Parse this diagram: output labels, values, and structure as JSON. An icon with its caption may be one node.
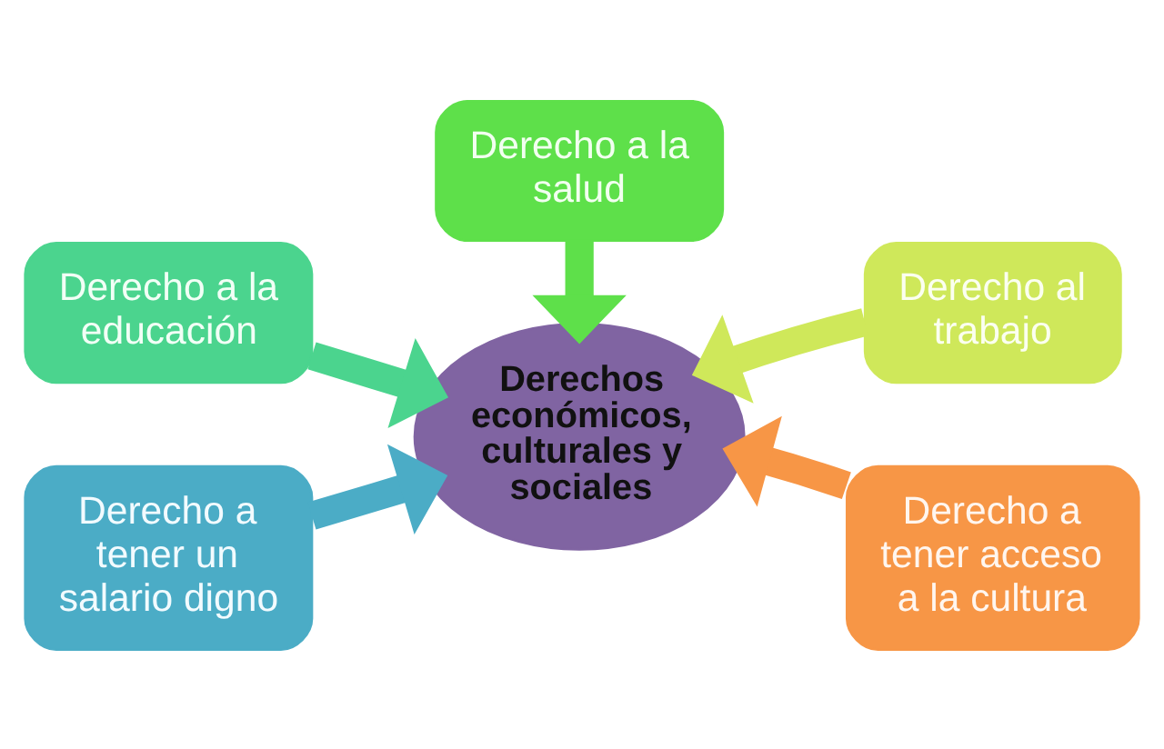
{
  "diagram": {
    "nodes": [
      {
        "text": [
          "Derecho a la salud"
        ]
      },
      {
        "text": [
          "Derecho a la educación"
        ]
      },
      {
        "text": [
          "Derecho al trabajo"
        ]
      },
      {
        "text": [
          "Derecho a tener un salario digno"
        ]
      },
      {
        "text": [
          "Derechos económicos, culturales y sociales"
        ]
      },
      {
        "text": [
          "Derecho a tener acceso a la cultura"
        ]
      }
    ],
    "edges": [
      {
        "from": 0,
        "to": 4,
        "arrow": "to",
        "color": "#5ee04a"
      },
      {
        "from": 1,
        "to": 4,
        "arrow": "to",
        "color": "#4bd48e"
      },
      {
        "from": 2,
        "to": 4,
        "arrow": "to",
        "color": "#cfe85a"
      },
      {
        "from": 3,
        "to": 4,
        "arrow": "to",
        "color": "#4bacc6"
      },
      {
        "from": 5,
        "to": 4,
        "arrow": "to",
        "color": "#f79646"
      }
    ]
  }
}
